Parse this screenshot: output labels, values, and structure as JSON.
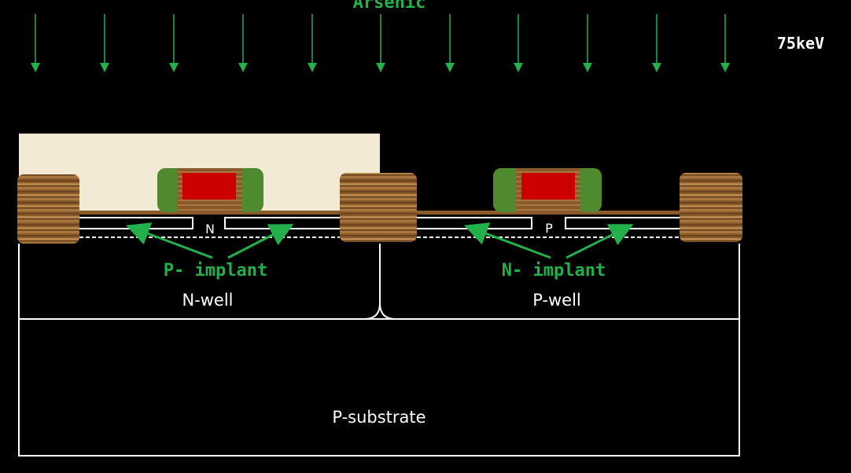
{
  "title": "Arsenic",
  "energy": "75keV",
  "labels": {
    "left_implant": "P- implant",
    "right_implant": "N- implant",
    "left_region": "N",
    "right_region": "P",
    "n_well": "N-well",
    "p_well": "P-well",
    "substrate": "P-substrate"
  },
  "colors": {
    "background": "#000000",
    "arrow": "#22b14c",
    "implant_text": "#21b04a",
    "photoresist": "#f3ead6",
    "gate": "#cc0000",
    "spacer": "#4f8a2e",
    "oxide": "#8b5a2b",
    "outline": "#ffffff"
  }
}
